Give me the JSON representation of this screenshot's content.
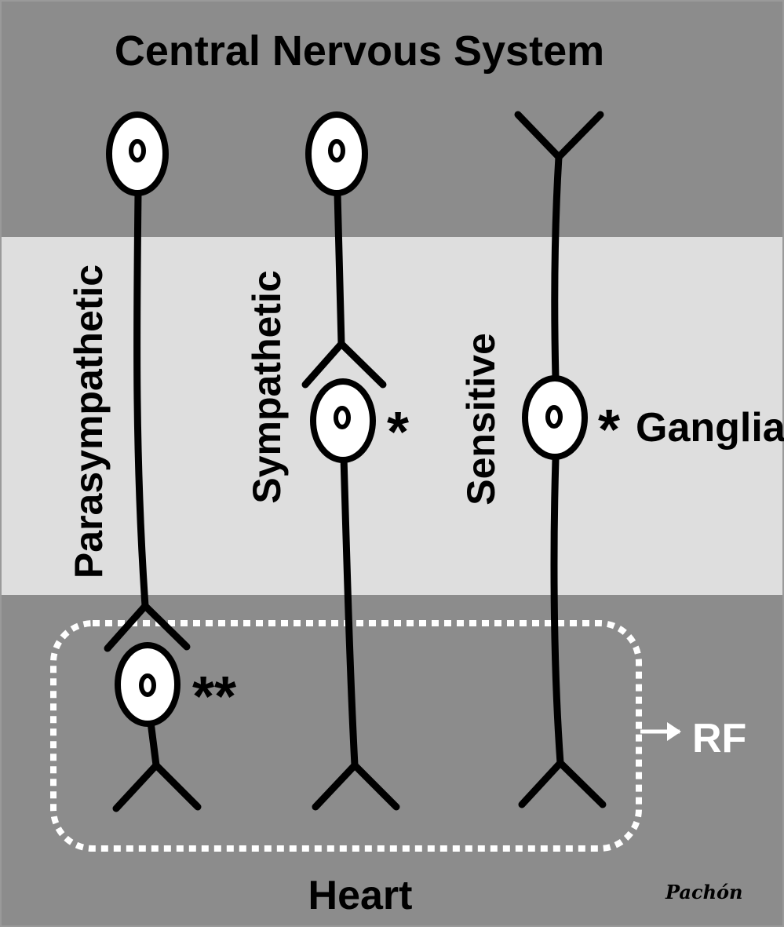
{
  "title": "Central Nervous System",
  "bottom_label": "Heart",
  "neurons": {
    "parasympathetic": {
      "label": "Parasympathetic",
      "marker": "**"
    },
    "sympathetic": {
      "label": "Sympathetic",
      "marker": "*"
    },
    "sensitive": {
      "label": "Sensitive",
      "marker": "*"
    }
  },
  "ganglia_label": "Ganglia",
  "rf_label": "RF",
  "signature": "Pachón",
  "colors": {
    "band_dark": "#8c8c8c",
    "band_light": "#dedede",
    "stroke": "#000000",
    "dotted_box": "#ffffff",
    "rf_text": "#ffffff"
  }
}
